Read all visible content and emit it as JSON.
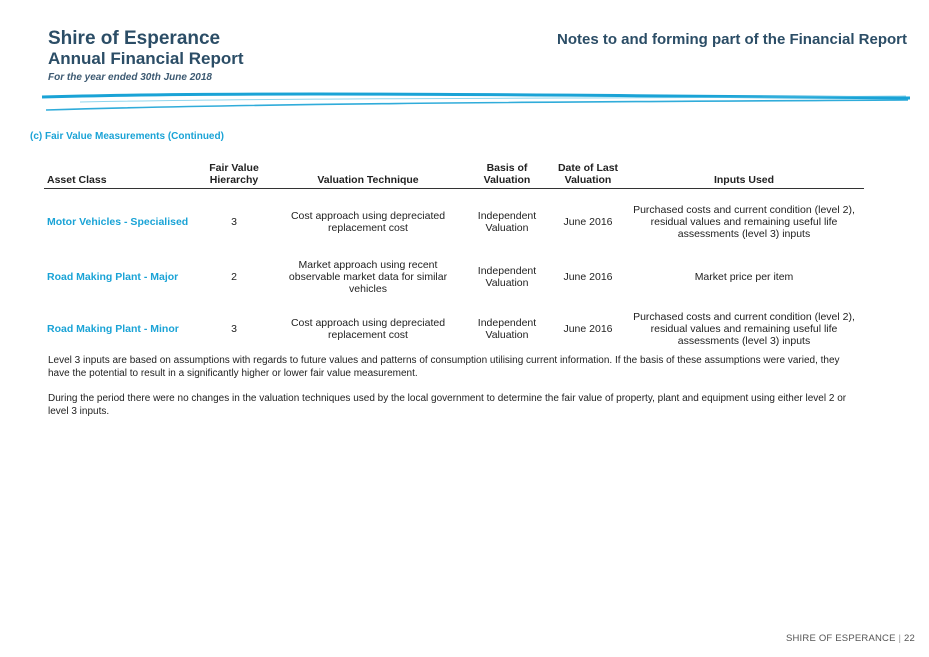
{
  "header": {
    "organisation": "Shire of Esperance",
    "report_title": "Annual Financial Report",
    "period": "For the year ended 30th June 2018",
    "section_heading": "Notes to and forming part of the Financial Report"
  },
  "section_title": "(c)  Fair Value Measurements (Continued)",
  "table": {
    "headers": {
      "asset_class": "Asset Class",
      "fair_value_hierarchy": "Fair Value Hierarchy",
      "valuation_technique": "Valuation Technique",
      "basis_of_valuation": "Basis of Valuation",
      "date_of_last_valuation": "Date of Last Valuation",
      "inputs_used": "Inputs Used"
    },
    "rows": [
      {
        "asset_class": "Motor Vehicles - Specialised",
        "hierarchy": "3",
        "technique": "Cost approach using depreciated replacement cost",
        "basis": "Independent Valuation",
        "date": "June 2016",
        "inputs": "Purchased costs and current condition (level 2), residual values and remaining useful life assessments (level 3) inputs"
      },
      {
        "asset_class": "Road Making Plant - Major",
        "hierarchy": "2",
        "technique": "Market approach using recent observable market data for similar vehicles",
        "basis": "Independent Valuation",
        "date": "June 2016",
        "inputs": "Market price per item"
      },
      {
        "asset_class": "Road Making Plant - Minor",
        "hierarchy": "3",
        "technique": "Cost approach using depreciated replacement cost",
        "basis": "Independent Valuation",
        "date": "June 2016",
        "inputs": "Purchased costs and current condition (level 2), residual values and remaining useful life assessments (level 3) inputs"
      }
    ]
  },
  "notes": {
    "paragraph_1": "Level 3 inputs are based on assumptions with regards to future values and patterns of consumption utilising current information. If the basis of these assumptions were varied, they have the potential to result in a significantly higher or lower fair value measurement.",
    "paragraph_2": "During the period there were no changes in the valuation techniques used by the local government to determine the fair value of property, plant and equipment using either level 2 or level 3 inputs."
  },
  "footer": {
    "organisation": "SHIRE OF ESPERANCE",
    "separator": "|",
    "page_number": "22"
  },
  "colors": {
    "header_text": "#2b4d66",
    "accent": "#1aa3d6"
  }
}
